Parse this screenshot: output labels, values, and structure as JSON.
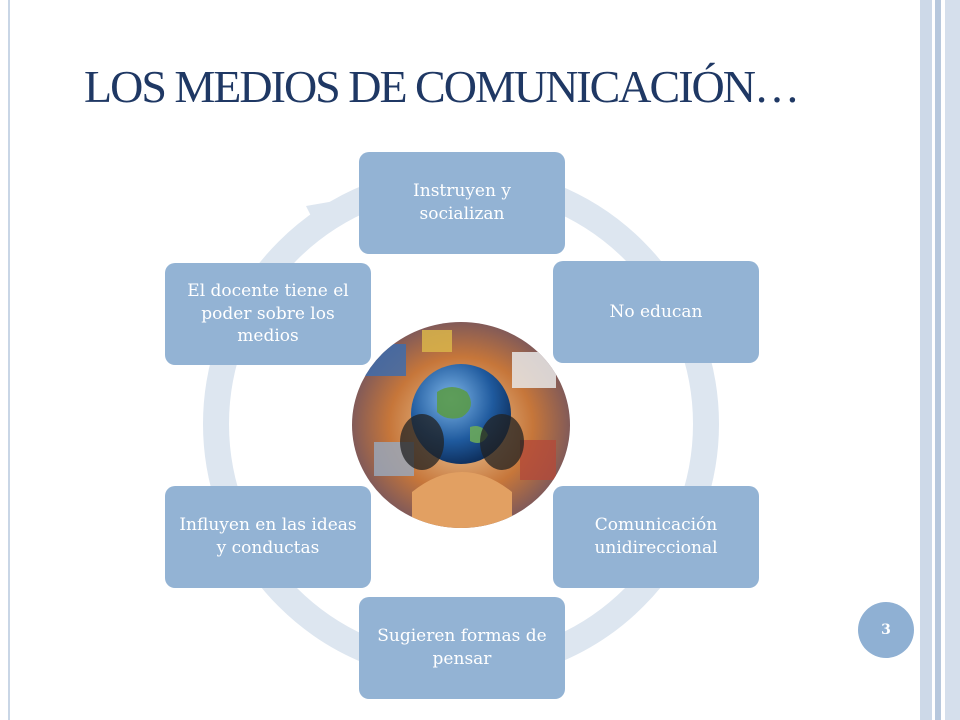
{
  "slide": {
    "title": "LOS MEDIOS DE COMUNICACIÓN…",
    "page_number": "3"
  },
  "cycle": {
    "nodes": [
      {
        "label": "Instruyen y socializan"
      },
      {
        "label": "No educan"
      },
      {
        "label": "Comunicación unidireccional"
      },
      {
        "label": "Sugieren formas de pensar"
      },
      {
        "label": "Influyen en las ideas y conductas"
      },
      {
        "label": "El docente tiene el poder sobre los medios"
      }
    ],
    "center_image": "media-globe-hands-collage-icon"
  },
  "colors": {
    "title": "#1f3864",
    "node_fill": "#93b3d4",
    "node_text": "#ffffff",
    "ring": "#dde6f0",
    "page_badge": "#8fb0d3"
  }
}
